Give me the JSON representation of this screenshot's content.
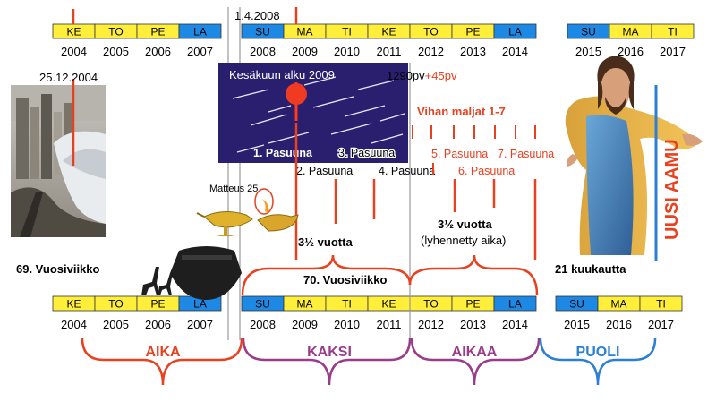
{
  "top_row": {
    "groups": [
      {
        "days": [
          "KE",
          "TO",
          "PE",
          "LA"
        ],
        "years": [
          "2004",
          "2005",
          "2006",
          "2007"
        ]
      },
      {
        "days": [
          "SU",
          "MA",
          "TI",
          "KE",
          "TO",
          "PE",
          "LA"
        ],
        "years": [
          "2008",
          "2009",
          "2010",
          "2011",
          "2012",
          "2013",
          "2014"
        ]
      },
      {
        "days": [
          "SU",
          "MA",
          "TI"
        ],
        "years": [
          "2015",
          "2016",
          "2017"
        ]
      }
    ]
  },
  "bottom_row": {
    "groups": [
      {
        "days": [
          "KE",
          "TO",
          "PE",
          "LA"
        ],
        "years": [
          "2004",
          "2005",
          "2006",
          "2007"
        ]
      },
      {
        "days": [
          "SU",
          "MA",
          "TI",
          "KE",
          "TO",
          "PE",
          "LA"
        ],
        "years": [
          "2008",
          "2009",
          "2010",
          "2011",
          "2012",
          "2013",
          "2014"
        ]
      },
      {
        "days": [
          "SU",
          "MA",
          "TI"
        ],
        "years": [
          "2015",
          "2016",
          "2017"
        ]
      }
    ]
  },
  "dates": {
    "date_2008": "1.4.2008",
    "date_2004": "25.12.2004"
  },
  "night_panel": {
    "title": "Kesäkuun alku 2009",
    "caption_1": "1. Pasuuna",
    "caption_3": "3. Pasuuna"
  },
  "days_label": {
    "base": "1290pv",
    "extra": "+45pv"
  },
  "vials": "Vihan maljat 1-7",
  "trumpets": {
    "t2": "2. Pasuuna",
    "t4": "4. Pasuuna",
    "t5": "5. Pasuuna",
    "t6": "6. Pasuuna",
    "t7": "7. Pasuuna"
  },
  "matthew": "Matteus 25",
  "periods": {
    "first_half": "3½ vuotta",
    "second_half_1": "3½ vuotta",
    "second_half_2": "(lyhennetty aika)",
    "week_69": "69. Vuosiviikko",
    "week_70": "70. Vuosiviikko",
    "months_21": "21 kuukautta"
  },
  "side_text": "UUSI AAMU",
  "bottom_words": [
    "AIKA",
    "KAKSI",
    "AIKAA",
    "PUOLI"
  ],
  "colors": {
    "yellow": "#ffef3a",
    "blue": "#1e88e5",
    "red": "#e8411f",
    "purple": "#9b3c8a",
    "sky": "#2b7fd4",
    "night": "#2a1f6e"
  }
}
